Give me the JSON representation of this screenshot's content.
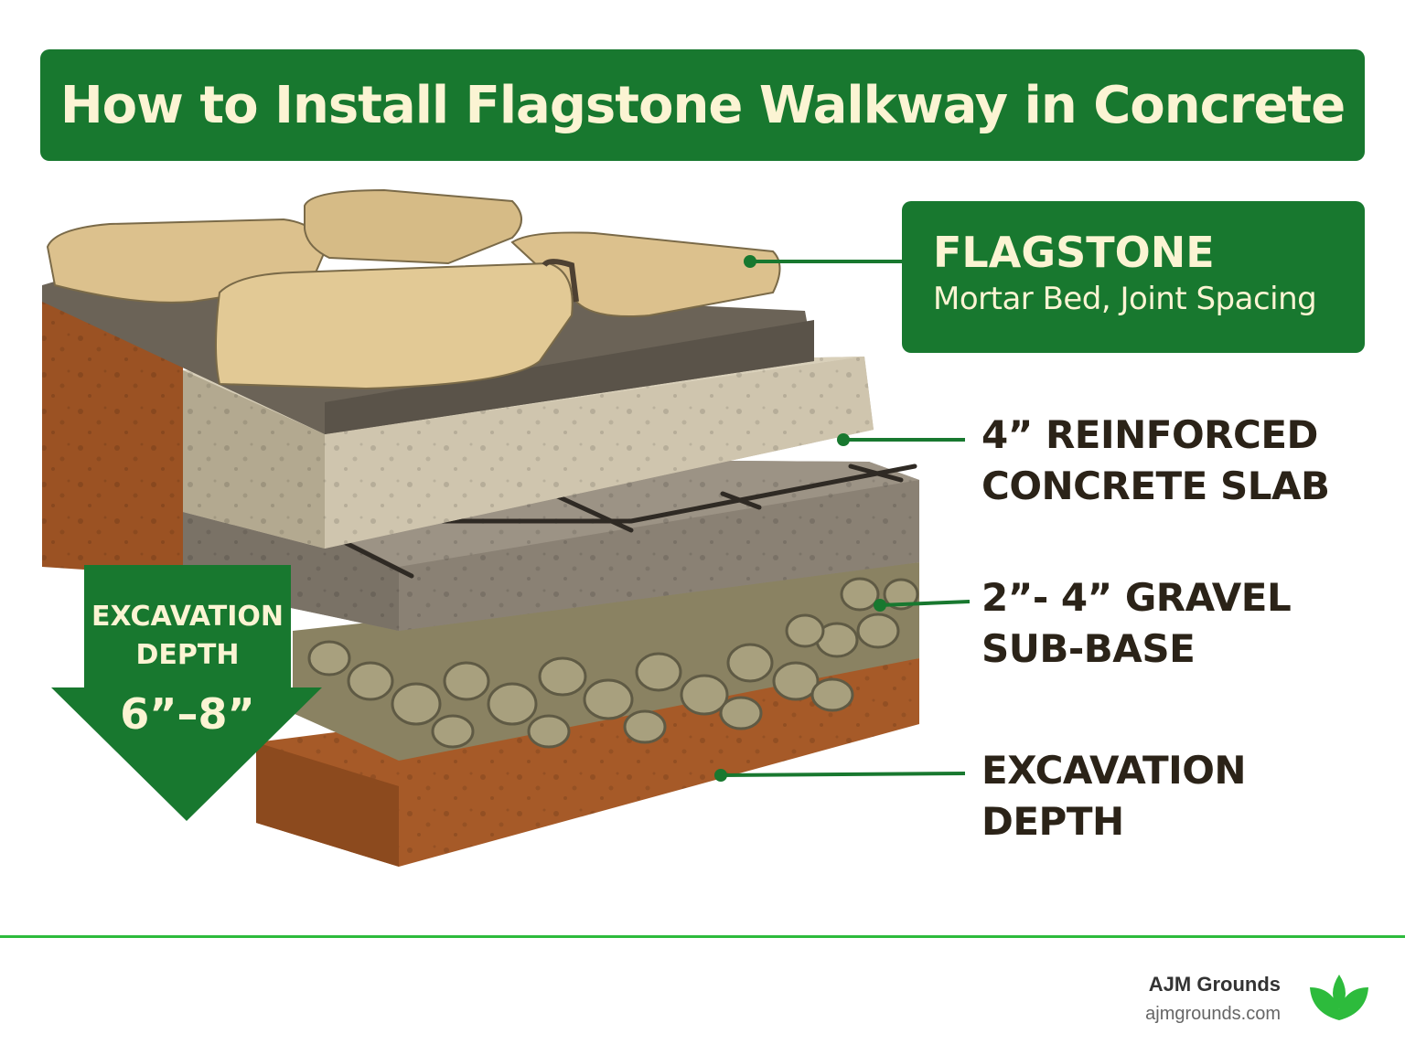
{
  "title": "How to Install Flagstone Walkway in Concrete",
  "labels": {
    "flagstone_title": "FLAGSTONE",
    "flagstone_sub": "Mortar Bed, Joint Spacing",
    "concrete_line1": "4” REINFORCED",
    "concrete_line2": "CONCRETE SLAB",
    "gravel_line1": "2”- 4” GRAVEL",
    "gravel_line2": "SUB-BASE",
    "excavation_line1": "EXCAVATION",
    "excavation_line2": "DEPTH"
  },
  "arrow": {
    "line1": "EXCAVATION",
    "line2": "DEPTH",
    "value": "6”–8”"
  },
  "footer": {
    "brand": "AJM Grounds",
    "url": "ajmgrounds.com"
  },
  "colors": {
    "brand_green": "#18782f",
    "accent_green": "#2dbb3c",
    "flagstone": "#ddc28f",
    "mortar": "#6b6357",
    "concrete": "#c9bfa8",
    "base_concrete": "#8f8679",
    "gravel": "#9a9274",
    "soil": "#a65a28"
  }
}
